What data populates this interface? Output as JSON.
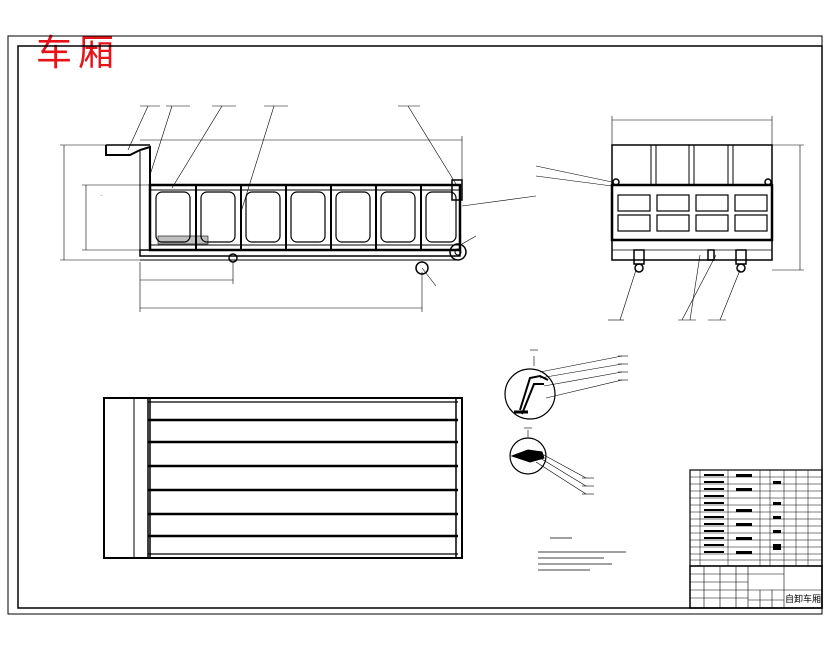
{
  "drawing": {
    "title": "车厢",
    "title_color": "#e8131a",
    "line_color": "#000000",
    "background": "#ffffff"
  },
  "views": {
    "side_view": "side-elevation",
    "end_view": "end-elevation",
    "plan_view": "top-plan",
    "detail_a": "corner-detail",
    "detail_b": "hinge-detail"
  },
  "title_block": {
    "name": "自卸车厢"
  }
}
